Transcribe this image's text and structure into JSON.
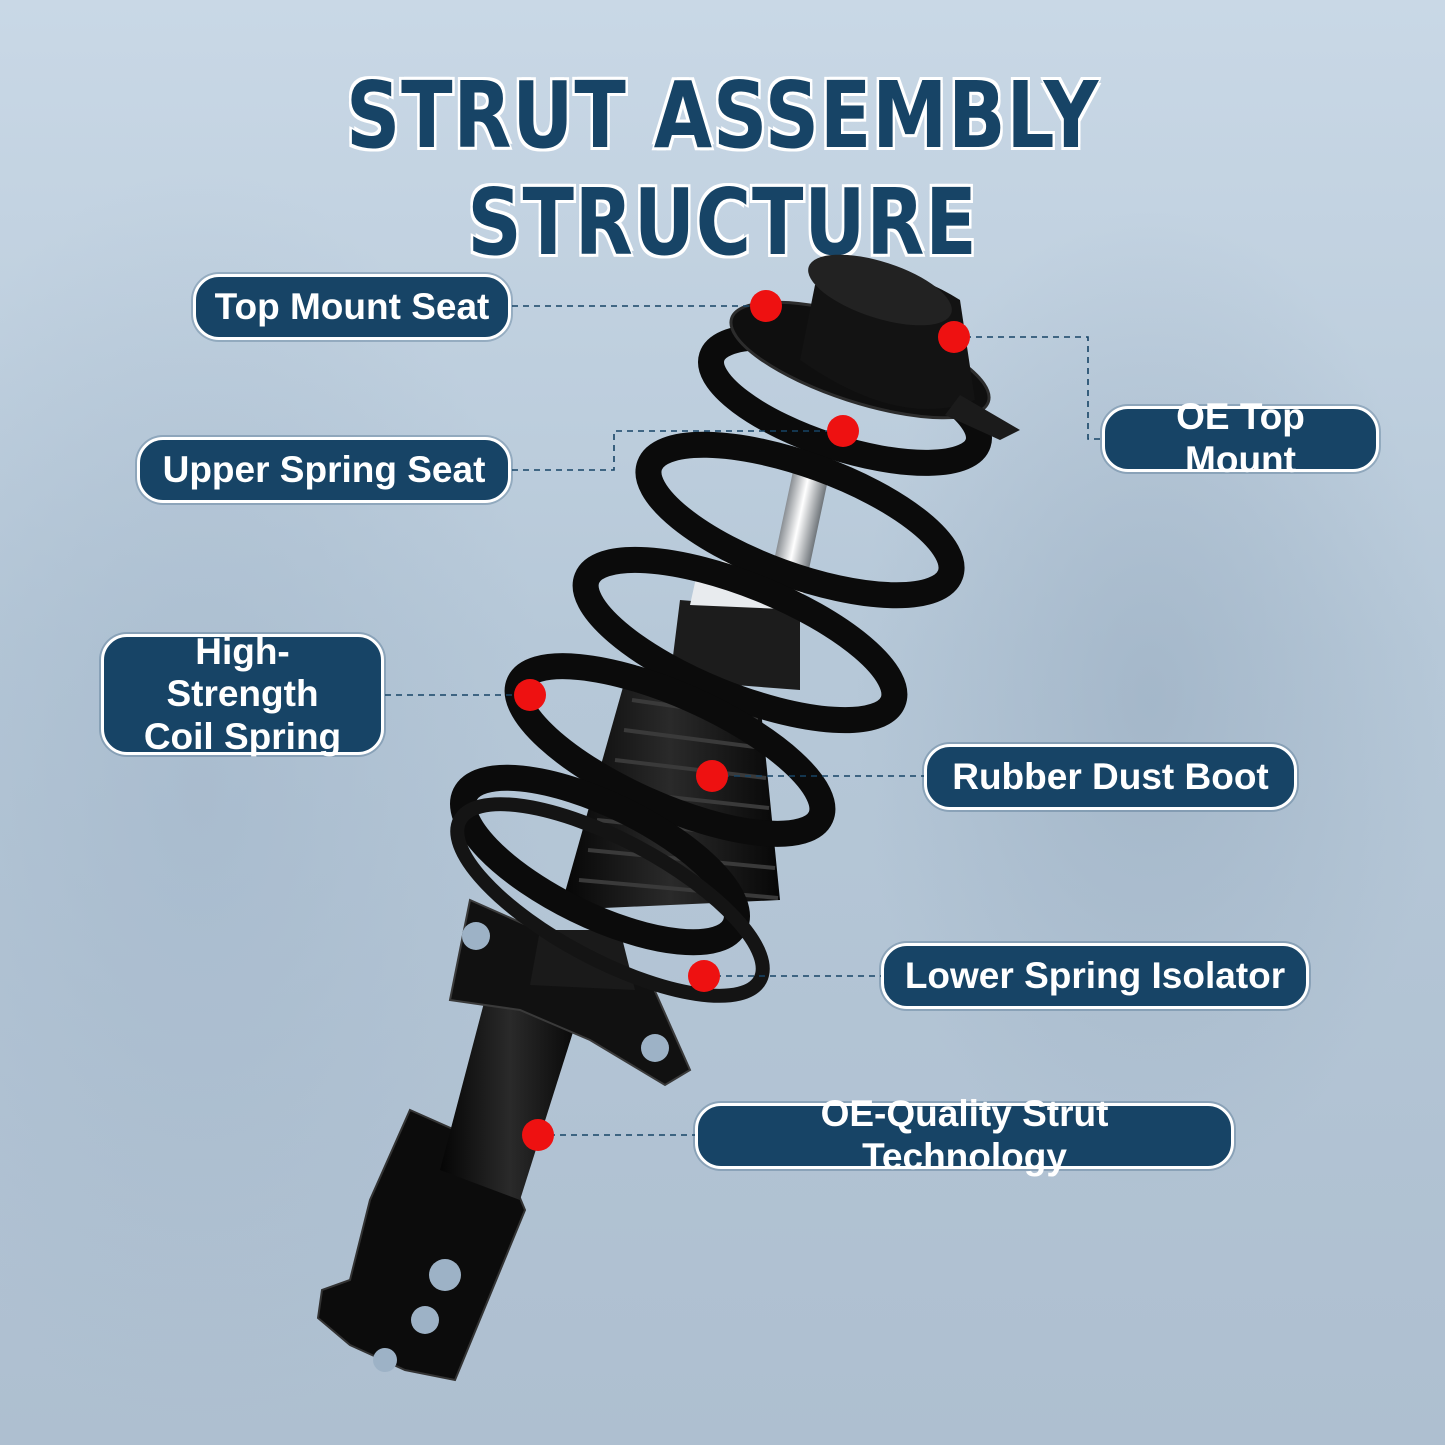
{
  "title": "STRUT ASSEMBLY STRUCTURE",
  "labels": {
    "top_mount_seat": "Top Mount Seat",
    "oe_top_mount": "OE Top Mount",
    "upper_spring_seat": "Upper Spring Seat",
    "coil_spring_line1": "High-Strength",
    "coil_spring_line2": "Coil Spring",
    "rubber_dust_boot": "Rubber Dust Boot",
    "lower_spring_isolator": "Lower Spring Isolator",
    "strut_technology": "OE-Quality Strut Technology"
  },
  "colors": {
    "label_bg": "#174466",
    "marker": "#ee1111",
    "leader_line": "#174466",
    "part_black": "#0d0d0d"
  }
}
